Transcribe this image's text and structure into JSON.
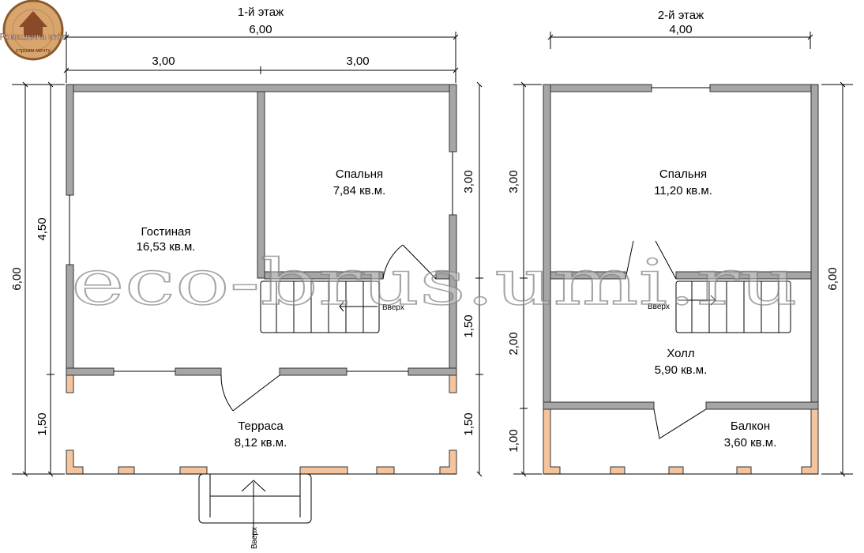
{
  "logo": {
    "name": "Ромашкина изба",
    "slogan": "строим мечту"
  },
  "floor1": {
    "title": "1-й этаж",
    "dims": {
      "total_w": "6,00",
      "left_w": "3,00",
      "right_w": "3,00",
      "total_h": "6,00",
      "main_h": "4,50",
      "terrace_h": "1,50",
      "bed_h": "3,00",
      "stair_h": "1,50",
      "terrace_h2": "1,50"
    },
    "rooms": [
      {
        "name": "Гостиная",
        "area": "16,53 кв.м."
      },
      {
        "name": "Спальня",
        "area": "7,84 кв.м."
      },
      {
        "name": "Терраса",
        "area": "8,12 кв.м."
      }
    ],
    "stair_label": "Вверх",
    "porch_label": "Вверх"
  },
  "floor2": {
    "title": "2-й этаж",
    "dims": {
      "total_w": "4,00",
      "bed_h": "3,00",
      "hall_h": "2,00",
      "balcony_h": "1,00",
      "total_h": "6,00"
    },
    "rooms": [
      {
        "name": "Спальня",
        "area": "11,20 кв.м."
      },
      {
        "name": "Холл",
        "area": "5,90 кв.м."
      },
      {
        "name": "Балкон",
        "area": "3,60 кв.м."
      }
    ],
    "stair_label": "Вверх"
  },
  "watermark": "eco-brus.umi.ru"
}
